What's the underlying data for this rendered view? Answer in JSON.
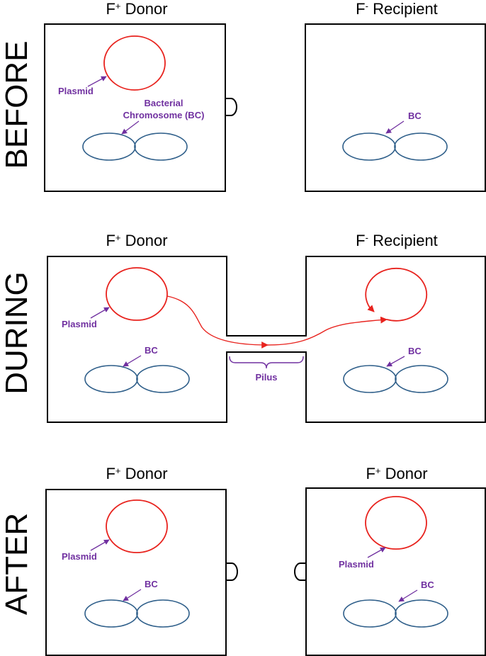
{
  "stages": {
    "before": "BEFORE",
    "during": "DURING",
    "after": "AFTER"
  },
  "titles": {
    "before_left": {
      "main": "F",
      "sup": "+",
      "rest": " Donor"
    },
    "before_right": {
      "main": "F",
      "sup": "-",
      "rest": " Recipient"
    },
    "during_left": {
      "main": "F",
      "sup": "+",
      "rest": " Donor"
    },
    "during_right": {
      "main": "F",
      "sup": "-",
      "rest": " Recipient"
    },
    "after_left": {
      "main": "F",
      "sup": "+",
      "rest": " Donor"
    },
    "after_right": {
      "main": "F",
      "sup": "+",
      "rest": " Donor"
    }
  },
  "labels": {
    "plasmid": "Plasmid",
    "bacterial_chromosome_line1": "Bacterial",
    "bacterial_chromosome_line2": "Chromosome (BC)",
    "bc": "BC",
    "pilus": "Pilus"
  },
  "colors": {
    "plasmid": "#e8231e",
    "chromosome": "#2f5f8a",
    "label": "#7030a0",
    "outline": "#000000"
  }
}
